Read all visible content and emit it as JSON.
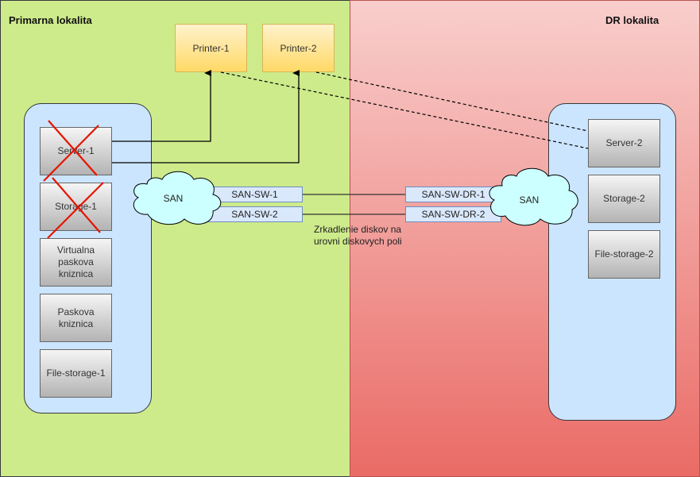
{
  "zones": {
    "primary": {
      "title": "Primarna lokalita",
      "color": "#cdeb8b"
    },
    "dr": {
      "title": "DR lokalita",
      "color_top": "#f8cecc",
      "color_bottom": "#ea6b66"
    }
  },
  "printers": [
    {
      "label": "Printer-1"
    },
    {
      "label": "Printer-2"
    }
  ],
  "primary_site": {
    "devices": [
      {
        "label": "Server-1",
        "failed": true
      },
      {
        "label": "Storage-1",
        "failed": true
      },
      {
        "label": "Virtualna paskova kniznica",
        "failed": false
      },
      {
        "label": "Paskova kniznica",
        "failed": false
      },
      {
        "label": "File-storage-1",
        "failed": false
      }
    ],
    "san": {
      "label": "SAN"
    },
    "switches": [
      {
        "label": "SAN-SW-1"
      },
      {
        "label": "SAN-SW-2"
      }
    ]
  },
  "dr_site": {
    "devices": [
      {
        "label": "Server-2"
      },
      {
        "label": "Storage-2"
      },
      {
        "label": "File-storage-2"
      }
    ],
    "san": {
      "label": "SAN"
    },
    "switches": [
      {
        "label": "SAN-SW-DR-1"
      },
      {
        "label": "SAN-SW-DR-2"
      }
    ]
  },
  "annotations": {
    "mirroring_line1": "Zrkadlenie diskov na",
    "mirroring_line2": "urovni diskovych poli"
  },
  "colors": {
    "failure_cross": "#e51400",
    "cloud_fill": "#ccffff",
    "container_fill": "#cce5ff"
  }
}
